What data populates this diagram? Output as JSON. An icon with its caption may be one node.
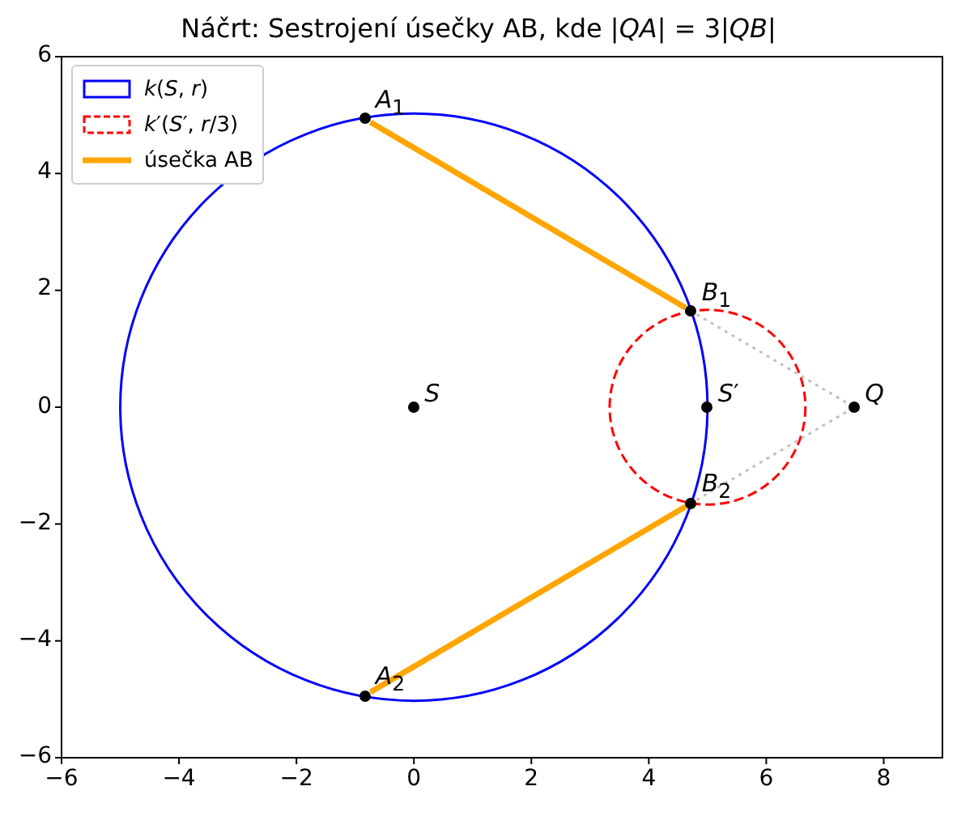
{
  "diagram": {
    "title": "Náčrt: Sestrojení úsečky AB, kde |*QA*| = 3|*QB*|",
    "nodes": [
      {
        "text": [
          "*A*$_{1}$"
        ]
      },
      {
        "text": [
          "*B*$_{1}$"
        ]
      },
      {
        "text": [
          "*S*"
        ]
      },
      {
        "text": [
          "*S*′"
        ]
      },
      {
        "text": [
          "*Q*"
        ]
      },
      {
        "text": [
          "*B*$_{2}$"
        ]
      },
      {
        "text": [
          "*A*$_{2}$"
        ]
      }
    ],
    "edges": [
      {
        "from": 0,
        "to": 1,
        "arrow": "none",
        "style": "thick",
        "color": "#ffa500"
      },
      {
        "from": 6,
        "to": 5,
        "arrow": "none",
        "style": "thick",
        "color": "#ffa500"
      },
      {
        "from": 1,
        "to": 4,
        "arrow": "none",
        "style": "dashed",
        "color": "#c0c0c0"
      },
      {
        "from": 5,
        "to": 4,
        "arrow": "none",
        "style": "dashed",
        "color": "#c0c0c0"
      }
    ],
    "labels": [
      "6",
      "4",
      "2",
      "0",
      "−2",
      "−4",
      "−6",
      "−6",
      "−4",
      "−2",
      "0",
      "2",
      "4",
      "6",
      "8"
    ],
    "legend": [
      {
        "text": "*k*(*S*, *r*)"
      },
      {
        "text": "*k*′(*S*′, *r*/3)"
      },
      {
        "text": "úsečka AB"
      }
    ]
  }
}
